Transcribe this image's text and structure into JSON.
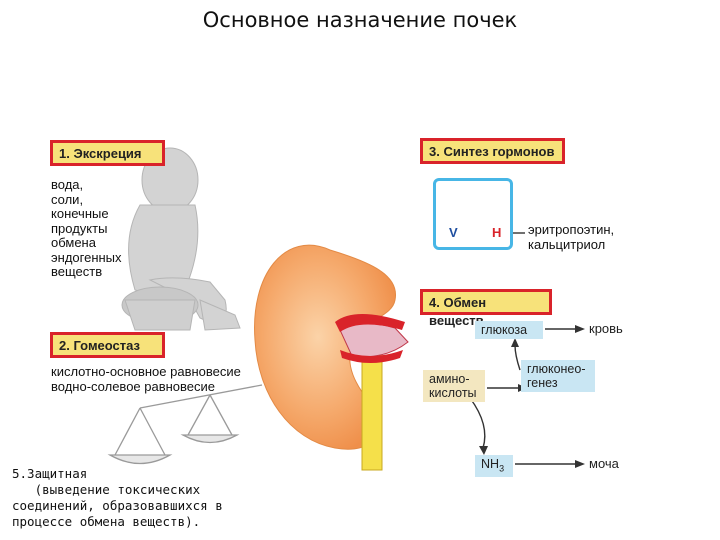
{
  "title": "Основное назначение почек",
  "functions": {
    "excretion": {
      "label": "1. Экскреция",
      "items": [
        "вода,",
        "соли,",
        "конечные",
        "продукты",
        "обмена",
        "эндогенных",
        "веществ"
      ]
    },
    "homeostasis": {
      "label": "2. Гомеостаз",
      "items": [
        "кислотно-основное равновесие",
        "водно-солевое равновесие"
      ]
    },
    "hormones": {
      "label": "3. Синтез гормонов",
      "v": "V",
      "h": "H",
      "products": [
        "эритропоэтин,",
        "кальцитриол"
      ]
    },
    "metabolism": {
      "label": "4. Обмен веществ",
      "glucose": "глюкоза",
      "blood": "кровь",
      "gluconeogenesis": [
        "глюконео-",
        "генез"
      ],
      "amino_acids": [
        "амино-",
        "кислоты"
      ],
      "nh3": "NH",
      "nh3_sub": "3",
      "urine": "моча"
    },
    "protective": {
      "text": "5.Защитная\n   (выведение токсических\nсоединений, образовавшихся в\nпроцессе обмена веществ)."
    }
  },
  "colors": {
    "label_bg": "#f7e27a",
    "label_border": "#d9232a",
    "chip_bg": "#c9e6f3",
    "kidney": "#f4a766",
    "hormone_frame": "#47b6e6",
    "arrow_blue": "#1f4fa0",
    "arrow_red": "#d9232a"
  }
}
